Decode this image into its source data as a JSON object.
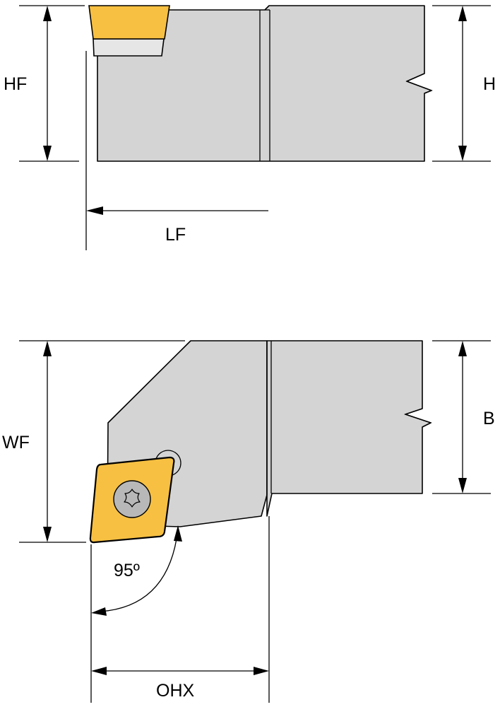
{
  "labels": {
    "hf": "HF",
    "h": "H",
    "lf": "LF",
    "wf": "WF",
    "b": "B",
    "angle": "95º",
    "ohx": "OHX"
  },
  "colors": {
    "background": "#ffffff",
    "holder": "#d4d4d4",
    "insert": "#f7c042",
    "insert_seat": "#e6e6e6",
    "screw": "#b8b8b8",
    "outline": "#000000"
  }
}
